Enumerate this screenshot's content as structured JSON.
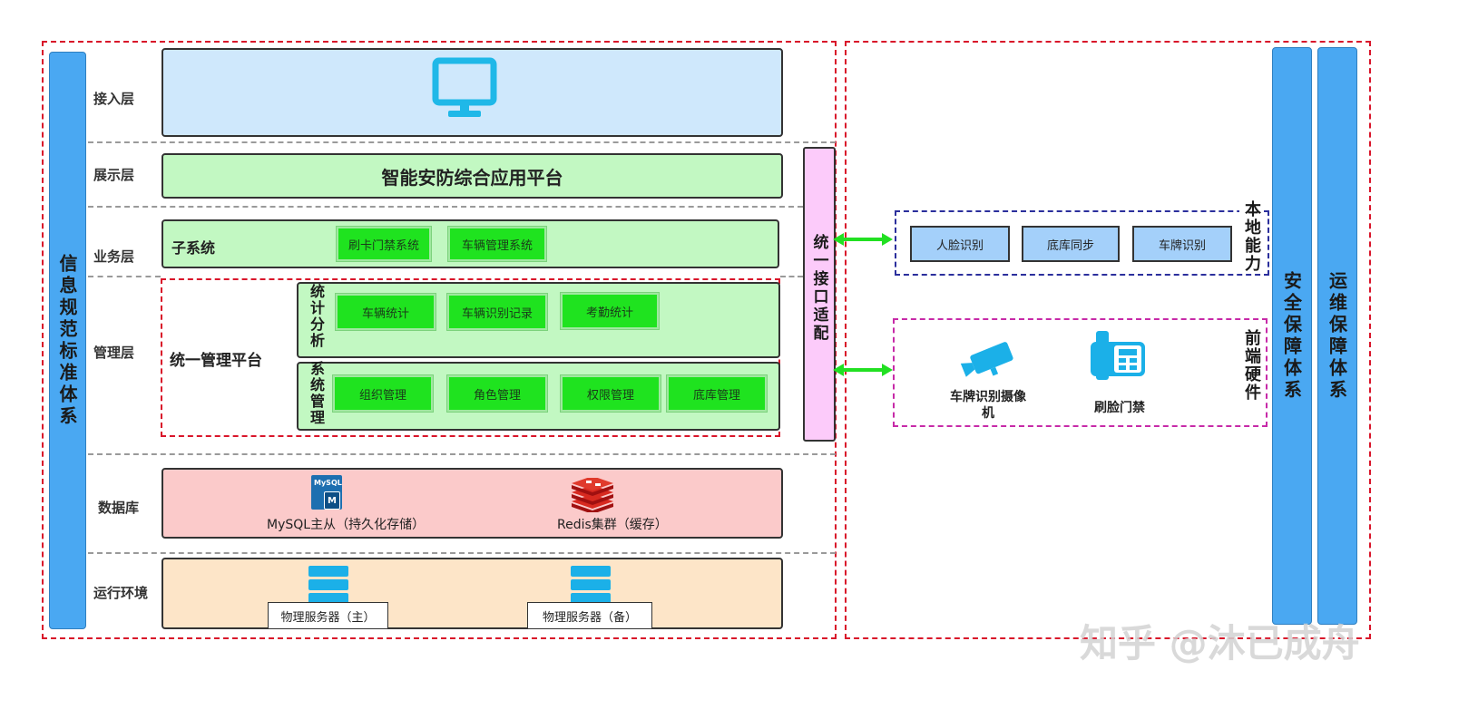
{
  "left_sidebar_label": "信息规范标准体系",
  "layers": {
    "access": "接入层",
    "display": "展示层",
    "business": "业务层",
    "management": "管理层",
    "database": "数据库",
    "runtime": "运行环境"
  },
  "display_panel": {
    "title": "智能安防综合应用平台"
  },
  "business_panel": {
    "title": "子系统",
    "items": [
      "刷卡门禁系统",
      "车辆管理系统"
    ]
  },
  "management_panel": {
    "title": "统一管理平台",
    "stats": {
      "label": "统计分析",
      "items": [
        "车辆统计",
        "车辆识别记录",
        "考勤统计"
      ]
    },
    "system": {
      "label": "系统管理",
      "items": [
        "组织管理",
        "角色管理",
        "权限管理",
        "底库管理"
      ]
    }
  },
  "database_panel": {
    "mysql_icon_text": "MySQL",
    "mysql_badge": "M",
    "mysql_label": "MySQL主从（持久化存储）",
    "redis_label": "Redis集群（缓存）"
  },
  "runtime_panel": {
    "server_main": "物理服务器（主）",
    "server_backup": "物理服务器（备）"
  },
  "interface_bar": "统一接口适配",
  "local_capability": {
    "label": "本地能力",
    "items": [
      "人脸识别",
      "底库同步",
      "车牌识别"
    ]
  },
  "frontend_hardware": {
    "label": "前端硬件",
    "camera_label": "车牌识别摄像机",
    "access_label": "刷脸门禁"
  },
  "right_bars": {
    "security": "安全保障体系",
    "ops": "运维保障体系"
  },
  "watermark": "知乎 @沐已成舟",
  "colors": {
    "red_dash": "#d9152a",
    "sidebar_blue": "#4aa8f2",
    "access_bg": "#cfe8fc",
    "display_bg": "#c2f8c2",
    "database_bg": "#fbcaca",
    "runtime_bg": "#fde5c8",
    "interface_bg": "#fccbfa",
    "arrow_green": "#22e022",
    "icon_cyan": "#1fb8e8"
  }
}
